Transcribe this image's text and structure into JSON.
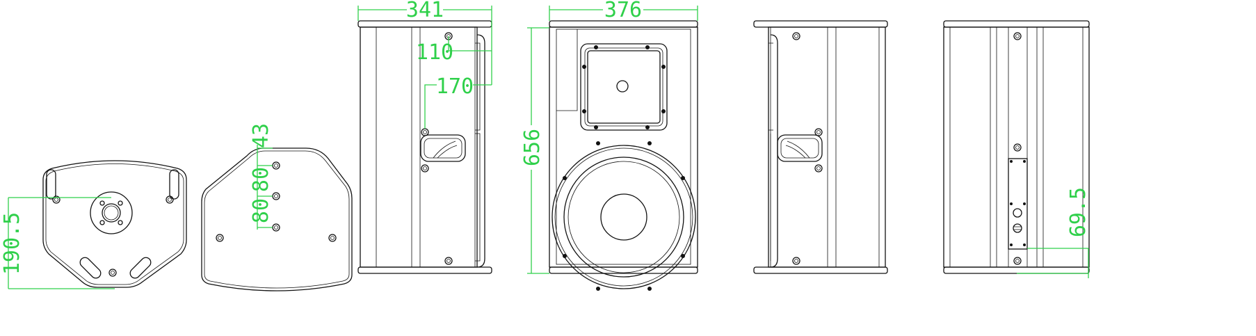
{
  "drawing": {
    "views": [
      "bottom-view",
      "top-view",
      "side-view-left",
      "front-view",
      "side-view-right",
      "rear-view"
    ],
    "dimension_color": "#2fd04a",
    "line_color": "#111111"
  },
  "dimensions": {
    "bottom_center": "190.5",
    "top_offset": "43",
    "top_spacing_1": "80",
    "top_spacing_2": "80",
    "side_depth": "341",
    "side_hole_1": "110",
    "side_hole_2": "170",
    "front_width": "376",
    "front_height": "656",
    "rear_panel": "69.5"
  }
}
